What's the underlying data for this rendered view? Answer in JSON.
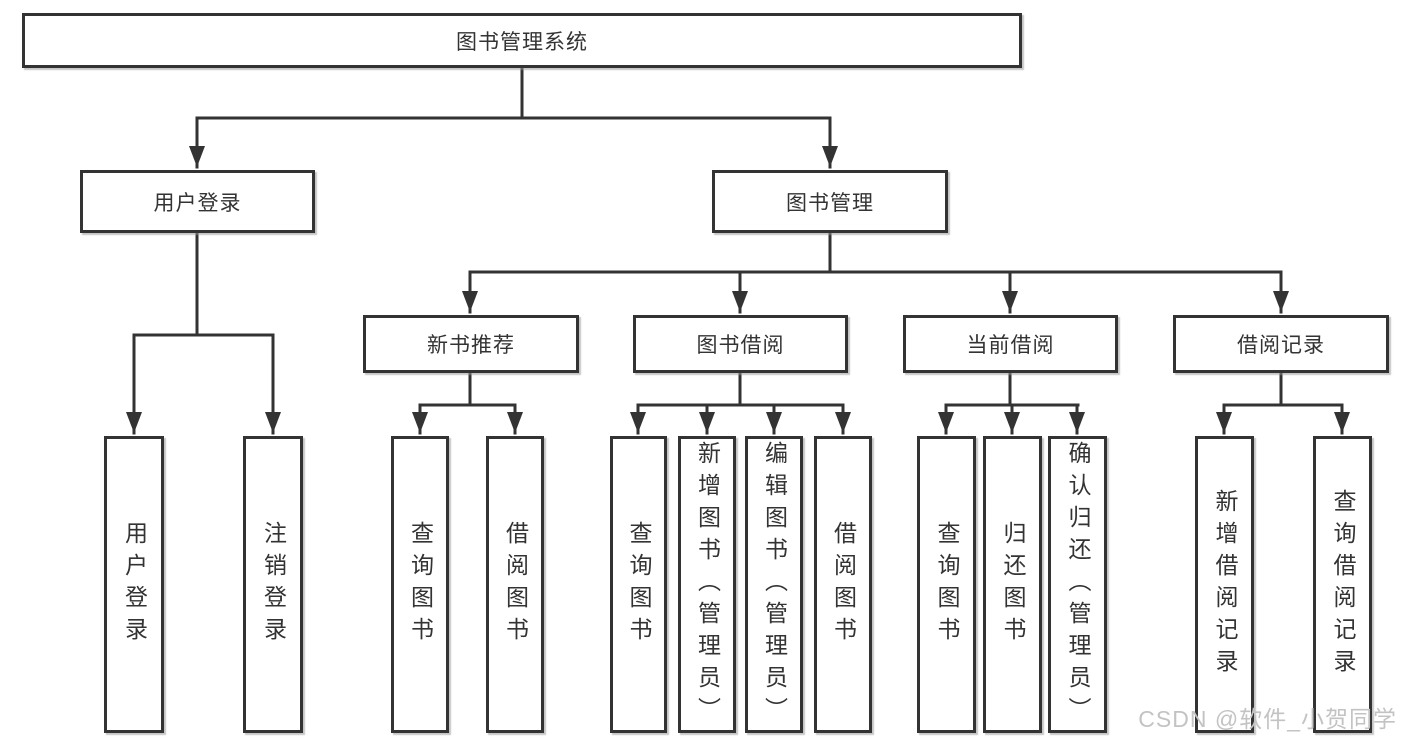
{
  "tree": {
    "label": "图书管理系统",
    "children": [
      {
        "label": "用户登录",
        "children": [
          {
            "label": "用户登录"
          },
          {
            "label": "注销登录"
          }
        ]
      },
      {
        "label": "图书管理",
        "children": [
          {
            "label": "新书推荐",
            "children": [
              {
                "label": "查询图书"
              },
              {
                "label": "借阅图书"
              }
            ]
          },
          {
            "label": "图书借阅",
            "children": [
              {
                "label": "查询图书"
              },
              {
                "label": "新增图书（管理员）"
              },
              {
                "label": "编辑图书（管理员）"
              },
              {
                "label": "借阅图书"
              }
            ]
          },
          {
            "label": "当前借阅",
            "children": [
              {
                "label": "查询图书"
              },
              {
                "label": "归还图书"
              },
              {
                "label": "确认归还（管理员）"
              }
            ]
          },
          {
            "label": "借阅记录",
            "children": [
              {
                "label": "新增借阅记录"
              },
              {
                "label": "查询借阅记录"
              }
            ]
          }
        ]
      }
    ]
  },
  "watermark": "CSDN @软件_小贺同学",
  "colors": {
    "line": "#333333",
    "text": "#333333",
    "box_background": "#ffffff",
    "watermark": "#c3c3c3",
    "page_background": "#ffffff"
  }
}
